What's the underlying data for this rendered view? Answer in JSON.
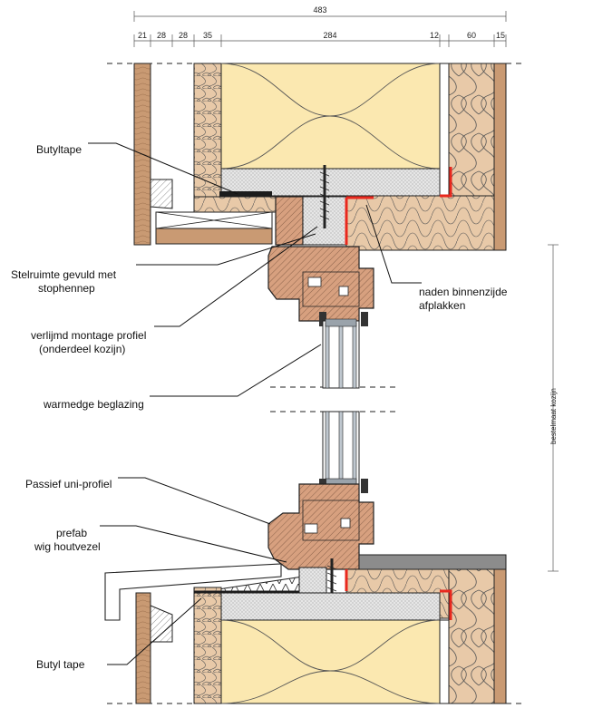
{
  "dimensions": {
    "total": "483",
    "segments": [
      "21",
      "28",
      "28",
      "35",
      "284",
      "12",
      "60",
      "15"
    ]
  },
  "labels": {
    "butyltape_top": "Butyltape",
    "stelruimte_line1": "Stelruimte gevuld met",
    "stelruimte_line2": "stophennep",
    "montage_line1": "verlijmd montage profiel",
    "montage_line2": "(onderdeel kozijn)",
    "glazing": "warmedge beglazing",
    "uniprofiel": "Passief uni-profiel",
    "prefab_line1": "prefab",
    "prefab_line2": "wig houtvezel",
    "butyl_bottom": "Butyl tape",
    "naden_line1": "naden binnenzijde",
    "naden_line2": "afplakken",
    "bestelmaat": "bestelmaat kozijn"
  },
  "colors": {
    "wood": "#c99a73",
    "insulation_yellow": "#fbe8b0",
    "insulation_tan": "#e8c9a8",
    "frame_wood": "#d7a07f",
    "tape_red": "#e8281e",
    "board_grey": "#d9d9d9",
    "concrete_dark": "#8c8c8c"
  }
}
